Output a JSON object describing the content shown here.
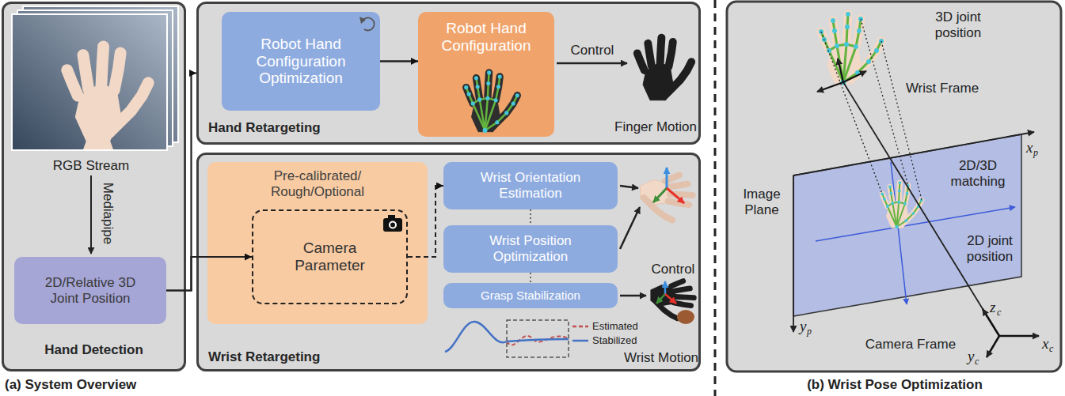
{
  "diagram": {
    "nodes": [
      {
        "text": [
          "Hand Detection"
        ]
      },
      {
        "text": [
          "2D/Relative 3D Joint Position"
        ],
        "in": 0
      },
      {
        "text": [
          "Hand Retargeting"
        ]
      },
      {
        "text": [
          "Robot Hand Configuration Optimization"
        ],
        "in": 2
      },
      {
        "text": [
          "Robot Hand Configuration"
        ],
        "in": 2
      },
      {
        "text": [
          "Wrist Retargeting"
        ]
      },
      {
        "text": [
          "Pre-calibrated/ Rough/Optional"
        ],
        "in": 5
      },
      {
        "text": [
          "Camera Parameter"
        ],
        "in": 6
      },
      {
        "text": [
          "Wrist Orientation Estimation"
        ],
        "in": 5
      },
      {
        "text": [
          "Wrist Position Optimization"
        ],
        "in": 5
      },
      {
        "text": [
          "Grasp Stabilization"
        ],
        "in": 5
      }
    ],
    "edges": [
      {
        "from": 1,
        "to": 2,
        "arrow": "to"
      },
      {
        "from": 1,
        "to": 7,
        "arrow": "to"
      },
      {
        "from": 3,
        "to": 4,
        "arrow": "to"
      },
      {
        "from": 7,
        "to": 8,
        "arrow": "to"
      },
      {
        "from": 8,
        "to": 9,
        "arrow": "none"
      },
      {
        "from": 9,
        "to": 10,
        "arrow": "none"
      }
    ],
    "labels": [
      "RGB Stream",
      "Mediapipe",
      "Control",
      "Finger Motion",
      "Control",
      "Wrist Motion",
      "(a) System Overview",
      "3D joint position",
      "Wrist Frame",
      "Image Plane",
      "2D/3D matching",
      "2D joint position",
      "Camera Frame",
      "x",
      "p",
      "y",
      "p",
      "z",
      "c",
      "x",
      "c",
      "y",
      "c",
      "(b) Wrist Pose Optimization"
    ],
    "legend": [
      {
        "text": "Estimated"
      },
      {
        "text": "Stabilized"
      }
    ]
  }
}
